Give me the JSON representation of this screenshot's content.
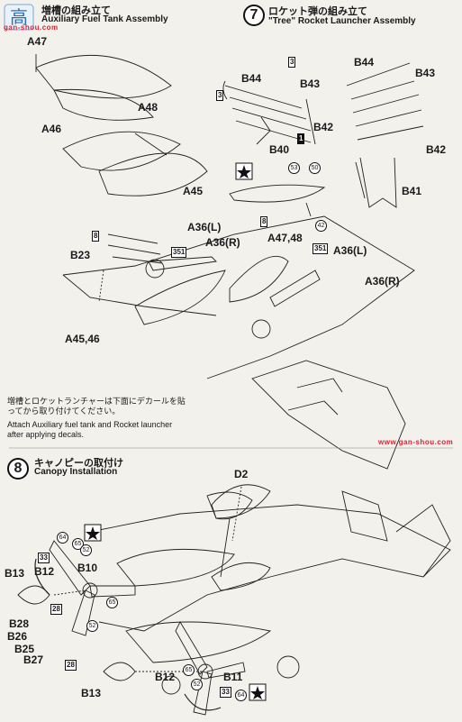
{
  "watermark": {
    "logo_text": "高",
    "site_text": "gan-shou.com",
    "site_text2": "www.gan-shou.com"
  },
  "step6": {
    "title_jp": "増槽の組み立て",
    "title_en": "Auxiliary Fuel Tank Assembly",
    "labels": {
      "a47": "A47",
      "a48": "A48",
      "a46": "A46",
      "a45": "A45"
    }
  },
  "step7": {
    "number": "7",
    "title_jp": "ロケット弾の組み立て",
    "title_en": "\"Tree\" Rocket Launcher Assembly",
    "labels": {
      "b44_l": "B44",
      "b43_l": "B43",
      "b42_l": "B42",
      "b40": "B40",
      "b44_r": "B44",
      "b43_r": "B43",
      "b42_r": "B42",
      "b41": "B41"
    },
    "boxes": {
      "b3a": "3",
      "b3b": "3",
      "b1": "1",
      "b8": "8"
    },
    "circles": {
      "c53": "53",
      "c50": "50",
      "c42": "42"
    }
  },
  "attach": {
    "labels": {
      "b23": "B23",
      "a36l_1": "A36(L)",
      "a36r_1": "A36(R)",
      "a4748": "A47,48",
      "a36l_2": "A36(L)",
      "a36r_2": "A36(R)",
      "a4546": "A45,46"
    },
    "boxes": {
      "b8": "8",
      "b351a": "351",
      "b351b": "351"
    },
    "note_jp": "増槽とロケットランチャーは下面にデカールを貼ってから取り付けてください。",
    "note_en": "Attach Auxiliary fuel tank and Rocket launcher after applying decals."
  },
  "step8": {
    "number": "8",
    "title_jp": "キャノピーの取付け",
    "title_en": "Canopy Installation",
    "labels": {
      "d2": "D2",
      "b13_t": "B13",
      "b12_t": "B12",
      "b10": "B10",
      "b28": "B28",
      "b26": "B26",
      "b25": "B25",
      "b27": "B27",
      "b12_b": "B12",
      "b11": "B11",
      "b13_b": "B13"
    },
    "boxes": {
      "b33a": "33",
      "b28a": "28",
      "b28b": "28",
      "b33b": "33"
    },
    "circles": {
      "c64a": "64",
      "c65a": "65",
      "c52a": "52",
      "c65b": "65",
      "c52b": "52",
      "c65c": "65",
      "c52c": "52",
      "c64b": "64"
    }
  },
  "colors": {
    "ink": "#1a1a1a",
    "paper": "#f3f1ec",
    "watermark": "#d23"
  }
}
